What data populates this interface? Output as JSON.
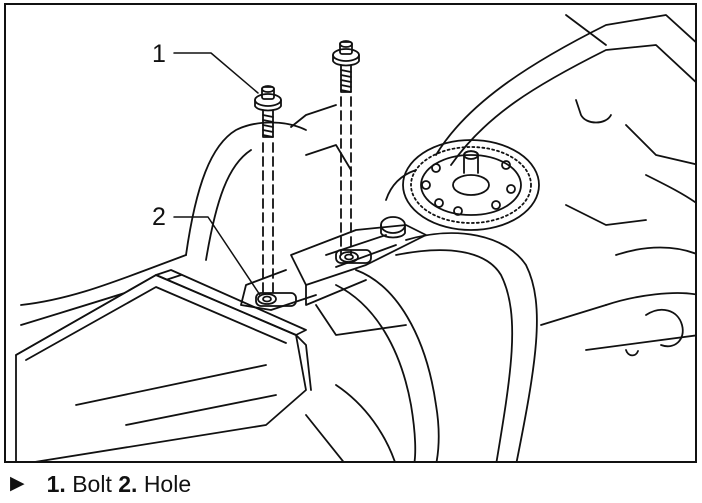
{
  "figure": {
    "callouts": [
      {
        "number": "1",
        "target": "Bolt"
      },
      {
        "number": "2",
        "target": "Hole"
      }
    ]
  },
  "caption": {
    "marker": "▶",
    "items": [
      {
        "number": "1.",
        "label": "Bolt"
      },
      {
        "number": "2.",
        "label": "Hole"
      }
    ]
  }
}
